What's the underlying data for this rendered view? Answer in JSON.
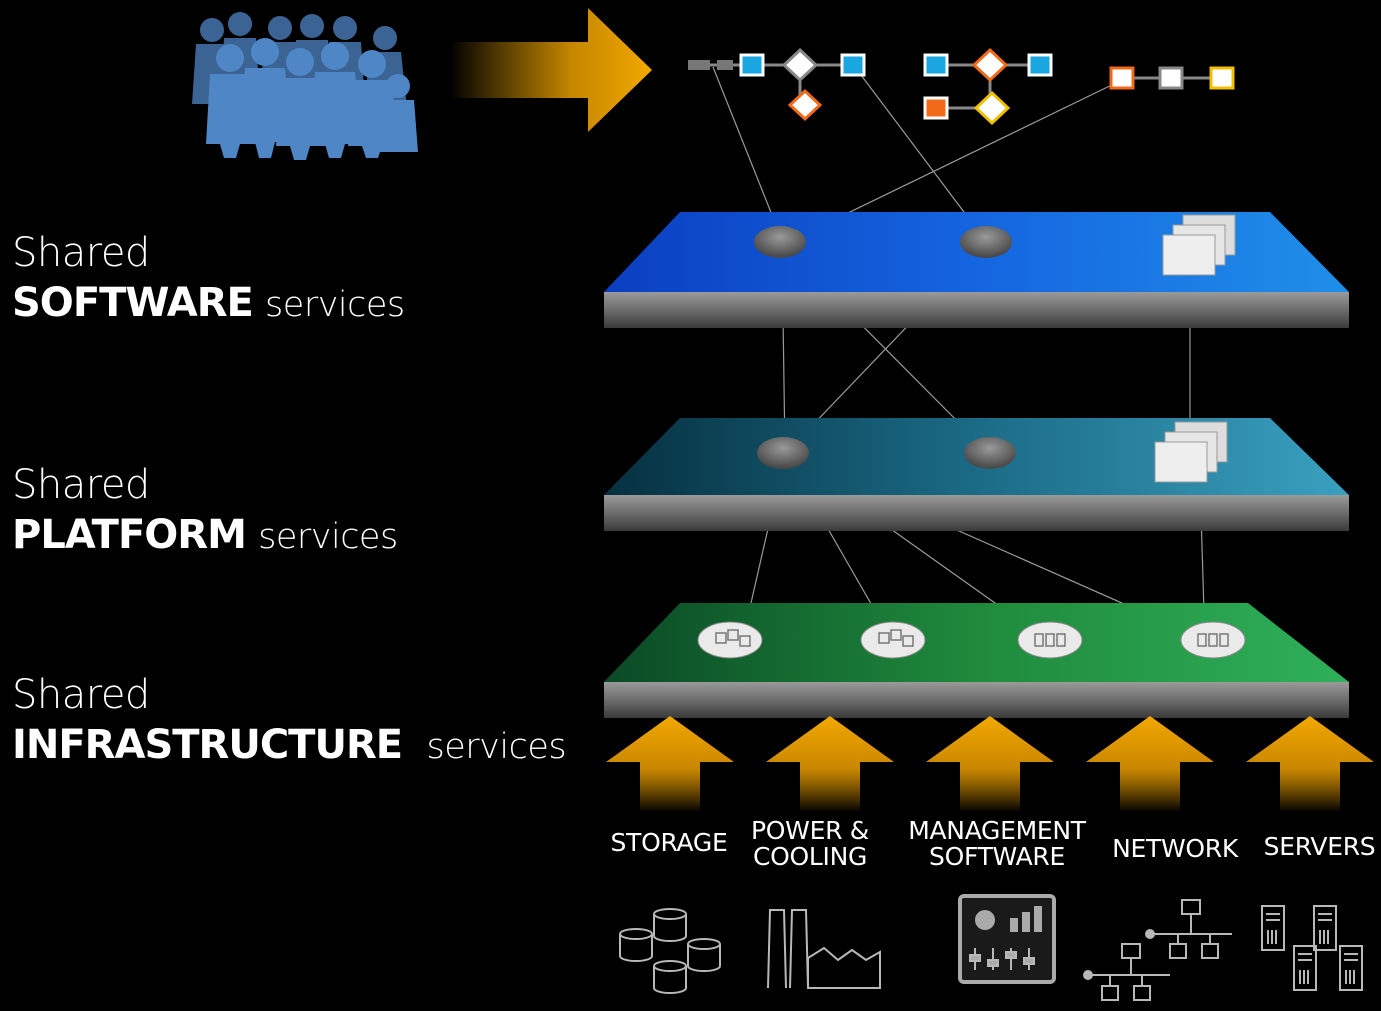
{
  "layers": [
    {
      "prefix": "Shared",
      "keyword": "SOFTWARE",
      "suffix": "services"
    },
    {
      "prefix": "Shared",
      "keyword": "PLATFORM",
      "suffix": "services"
    },
    {
      "prefix": "Shared",
      "keyword": "INFRASTRUCTURE",
      "suffix": "services"
    }
  ],
  "categories": [
    {
      "line1": "STORAGE",
      "line2": ""
    },
    {
      "line1": "POWER &",
      "line2": "COOLING"
    },
    {
      "line1": "MANAGEMENT",
      "line2": "SOFTWARE"
    },
    {
      "line1": "NETWORK",
      "line2": ""
    },
    {
      "line1": "SERVERS",
      "line2": ""
    }
  ],
  "colors": {
    "background": "#000000",
    "software_layer": "#1e6fe0",
    "platform_layer": "#2a8aa8",
    "infrastructure_layer": "#2ba84a",
    "arrow": "#f2a900",
    "node_blue": "#1aa6e0",
    "node_orange": "#f06a1a",
    "node_yellow": "#f2c000",
    "users": "#4f86c6"
  },
  "icons": [
    "users-group-icon",
    "storage-icon",
    "power-cooling-icon",
    "management-software-icon",
    "network-icon",
    "servers-icon"
  ]
}
